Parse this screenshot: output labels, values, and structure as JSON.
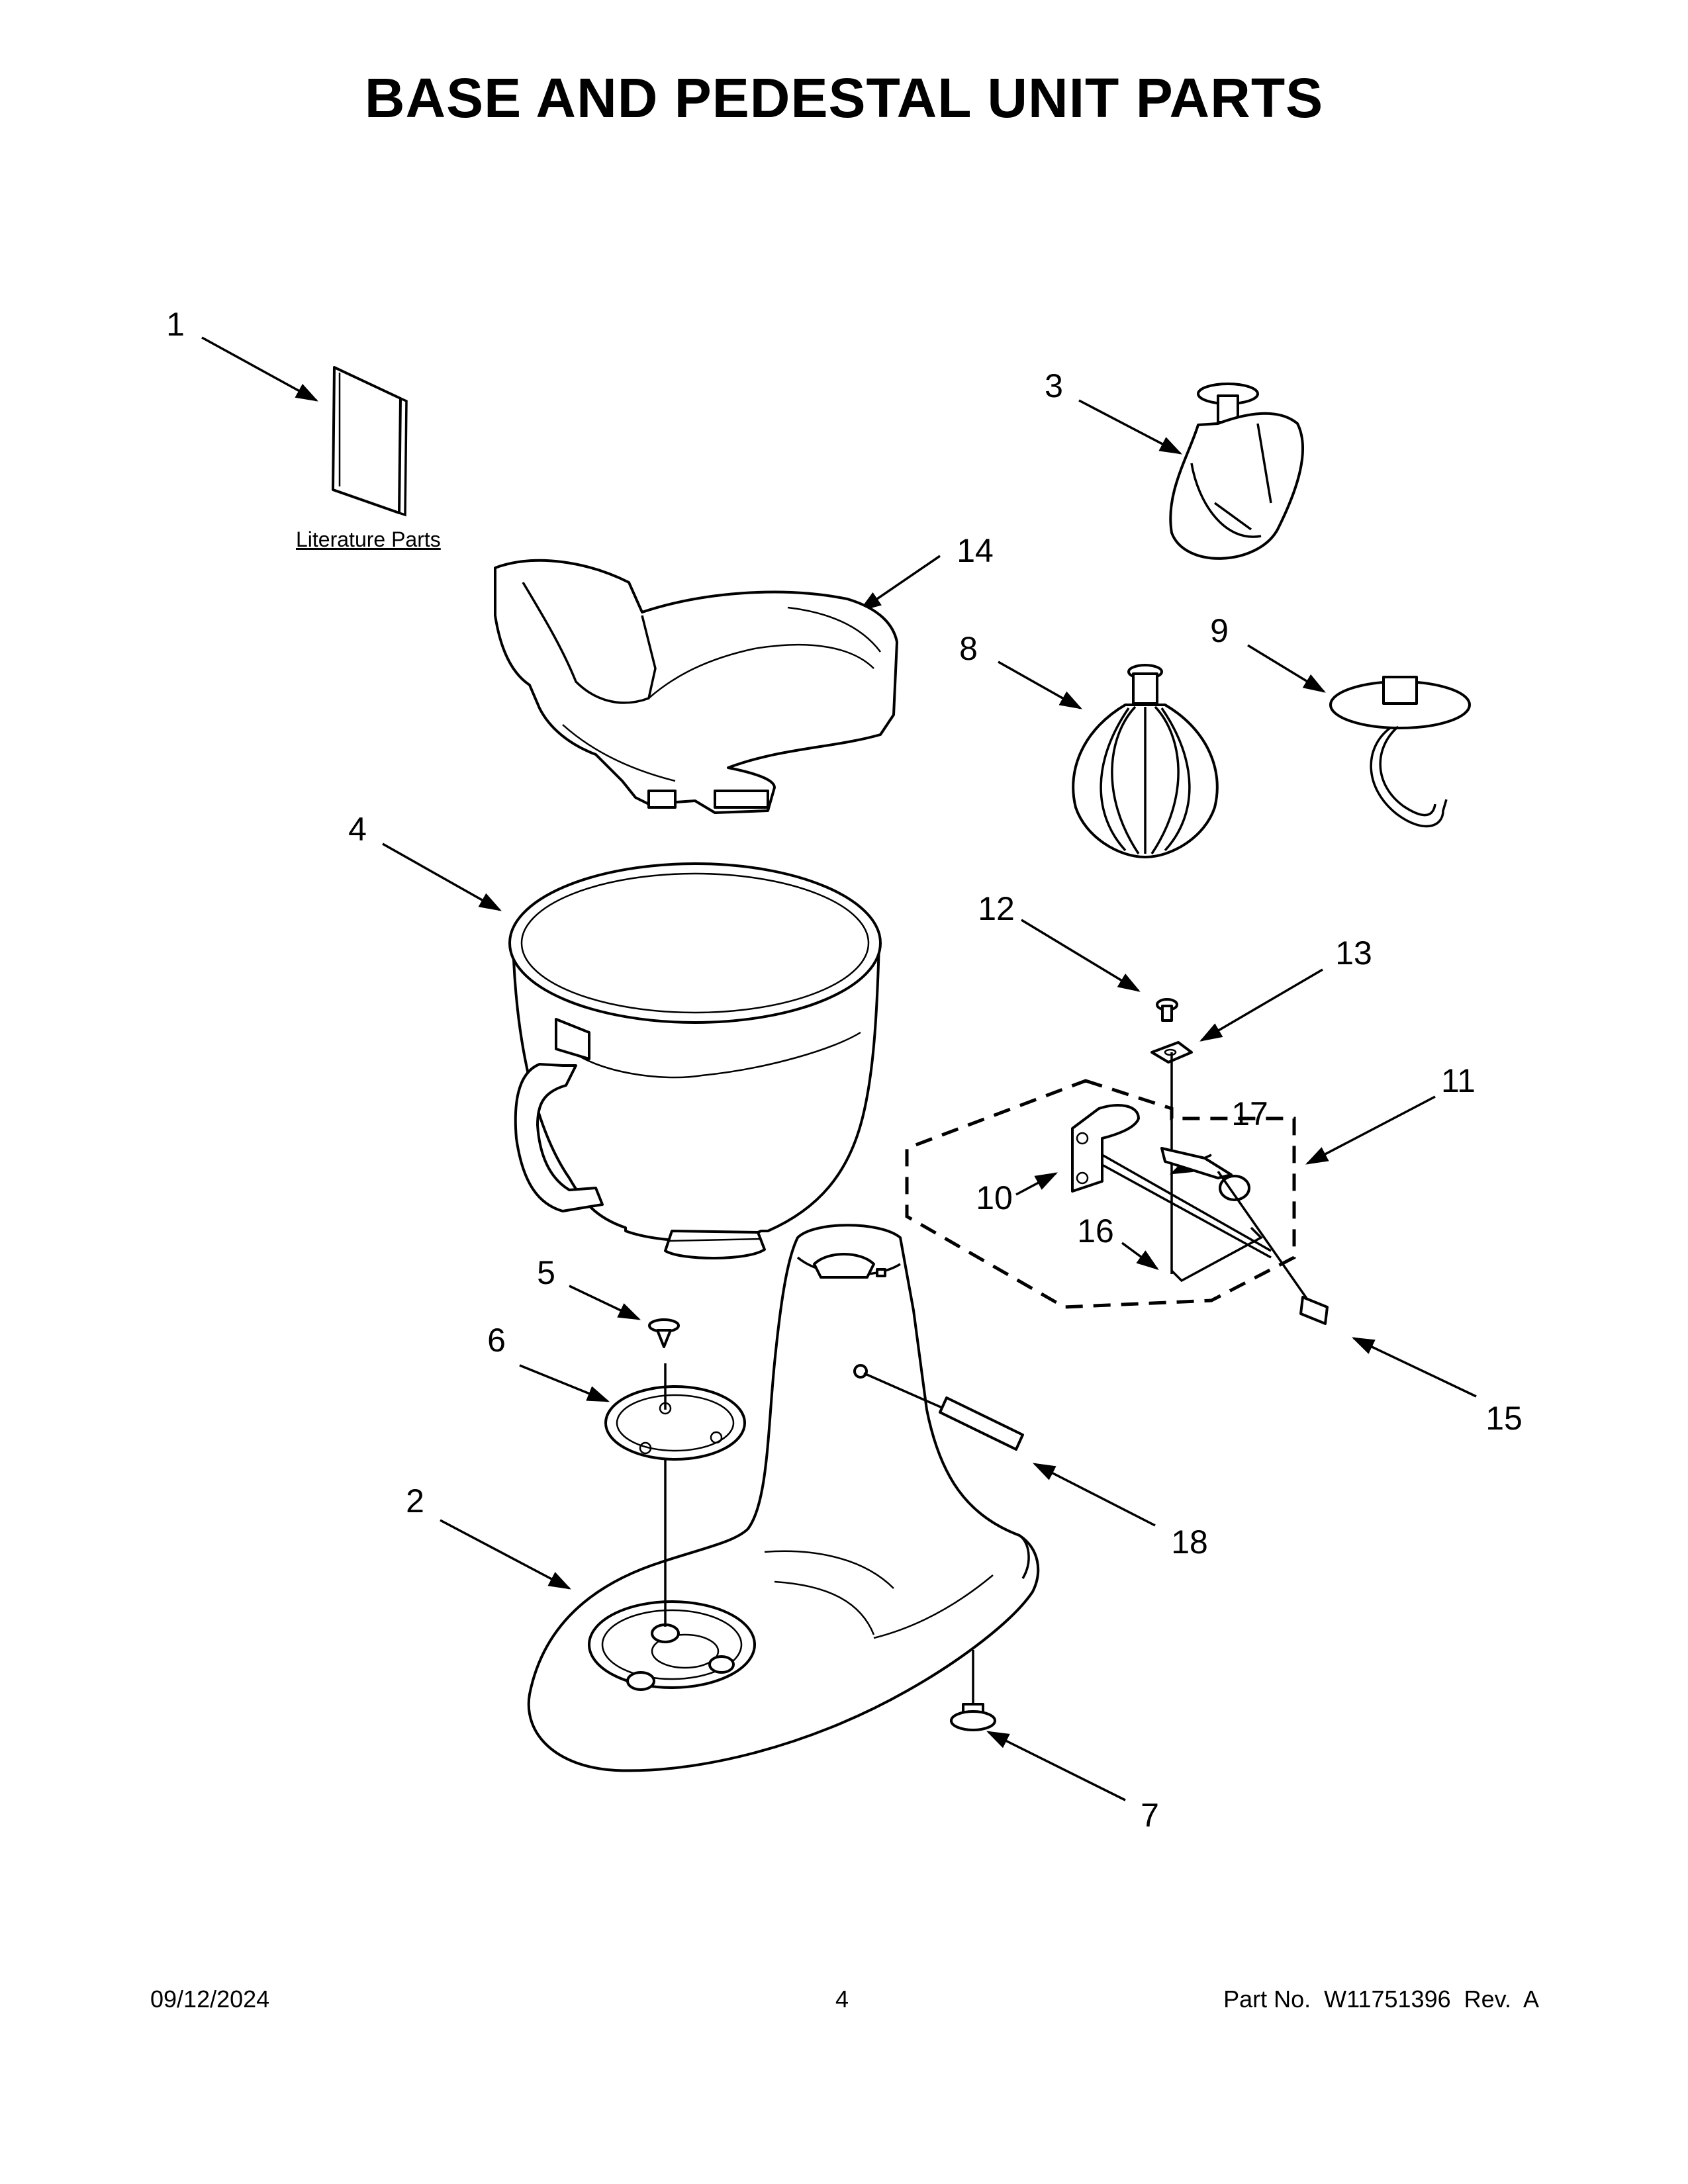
{
  "title": "BASE AND PEDESTAL UNIT PARTS",
  "literature_label": "Literature Parts",
  "callouts": [
    {
      "id": "c1",
      "label": "1"
    },
    {
      "id": "c2",
      "label": "2"
    },
    {
      "id": "c3",
      "label": "3"
    },
    {
      "id": "c4",
      "label": "4"
    },
    {
      "id": "c5",
      "label": "5"
    },
    {
      "id": "c6",
      "label": "6"
    },
    {
      "id": "c7",
      "label": "7"
    },
    {
      "id": "c8",
      "label": "8"
    },
    {
      "id": "c9",
      "label": "9"
    },
    {
      "id": "c10",
      "label": "10"
    },
    {
      "id": "c11",
      "label": "11"
    },
    {
      "id": "c12",
      "label": "12"
    },
    {
      "id": "c13",
      "label": "13"
    },
    {
      "id": "c14",
      "label": "14"
    },
    {
      "id": "c15",
      "label": "15"
    },
    {
      "id": "c16",
      "label": "16"
    },
    {
      "id": "c17",
      "label": "17"
    },
    {
      "id": "c18",
      "label": "18"
    }
  ],
  "footer": {
    "date": "09/12/2024",
    "page": "4",
    "part": "Part No.  W11751396  Rev.  A"
  }
}
